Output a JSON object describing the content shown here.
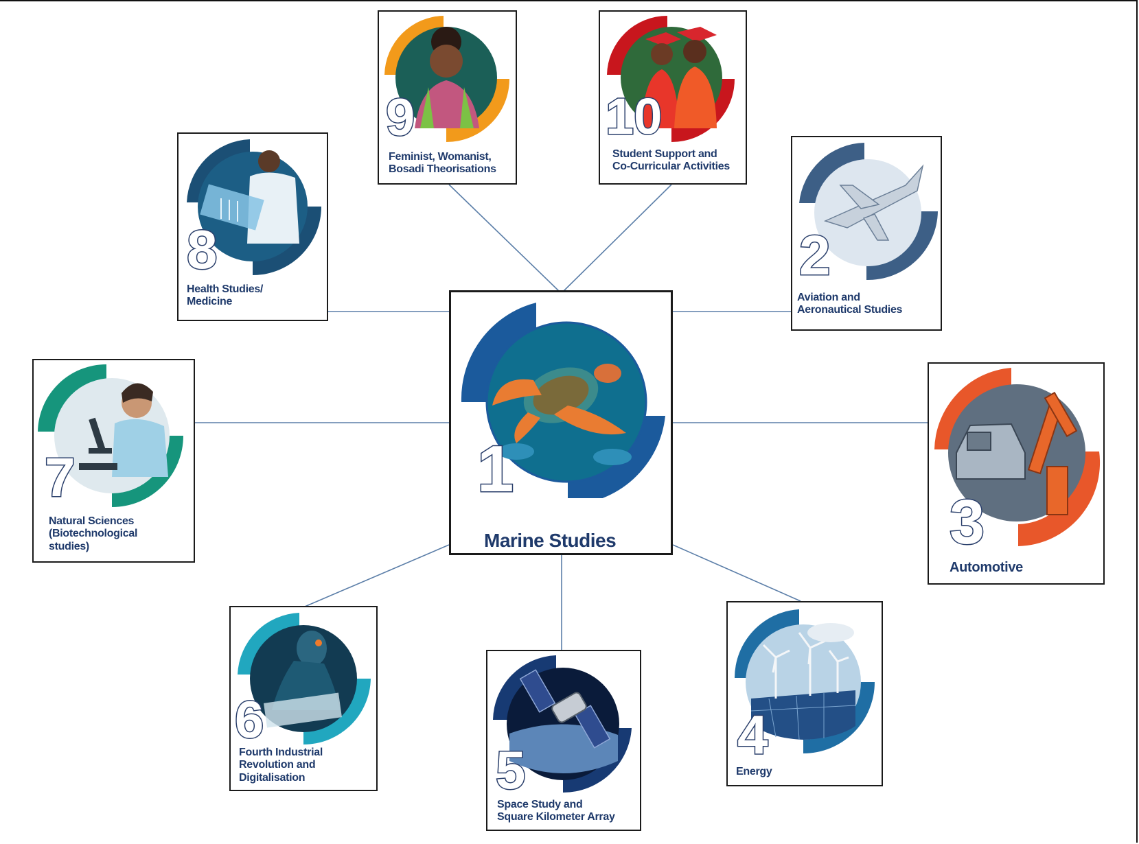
{
  "diagram": {
    "center": {
      "number": "1",
      "label": "Marine Studies",
      "accent": "#1b5a9c",
      "scene": "sea-turtle-icon"
    },
    "nodes": [
      {
        "id": "aviation",
        "number": "2",
        "label": "Aviation and\nAeronautical Studies",
        "accent": "#3d5f86",
        "scene": "airplane-icon"
      },
      {
        "id": "automotive",
        "number": "3",
        "label": "Automotive",
        "accent": "#e8572a",
        "scene": "robot-arm-icon"
      },
      {
        "id": "energy",
        "number": "4",
        "label": "Energy",
        "accent": "#1f6ea4",
        "scene": "wind-turbine-icon"
      },
      {
        "id": "space",
        "number": "5",
        "label": "Space Study and\nSquare Kilometer Array",
        "accent": "#173a73",
        "scene": "satellite-icon"
      },
      {
        "id": "fourth-ir",
        "number": "6",
        "label": "Fourth Industrial\nRevolution and\nDigitalisation",
        "accent": "#21a7bf",
        "scene": "robot-icon"
      },
      {
        "id": "natural-sciences",
        "number": "7",
        "label": "Natural Sciences\n(Biotechnological\nstudies)",
        "accent": "#16957c",
        "scene": "microscope-icon"
      },
      {
        "id": "health",
        "number": "8",
        "label": "Health Studies/\nMedicine",
        "accent": "#1b4f75",
        "scene": "doctor-xray-icon"
      },
      {
        "id": "feminist",
        "number": "9",
        "label": "Feminist, Womanist,\nBosadi Theorisations",
        "accent": "#f29a1b",
        "scene": "woman-portrait-icon"
      },
      {
        "id": "student-support",
        "number": "10",
        "label": "Student Support and\nCo-Curricular Activities",
        "accent": "#c8161d",
        "scene": "graduates-icon"
      }
    ]
  }
}
